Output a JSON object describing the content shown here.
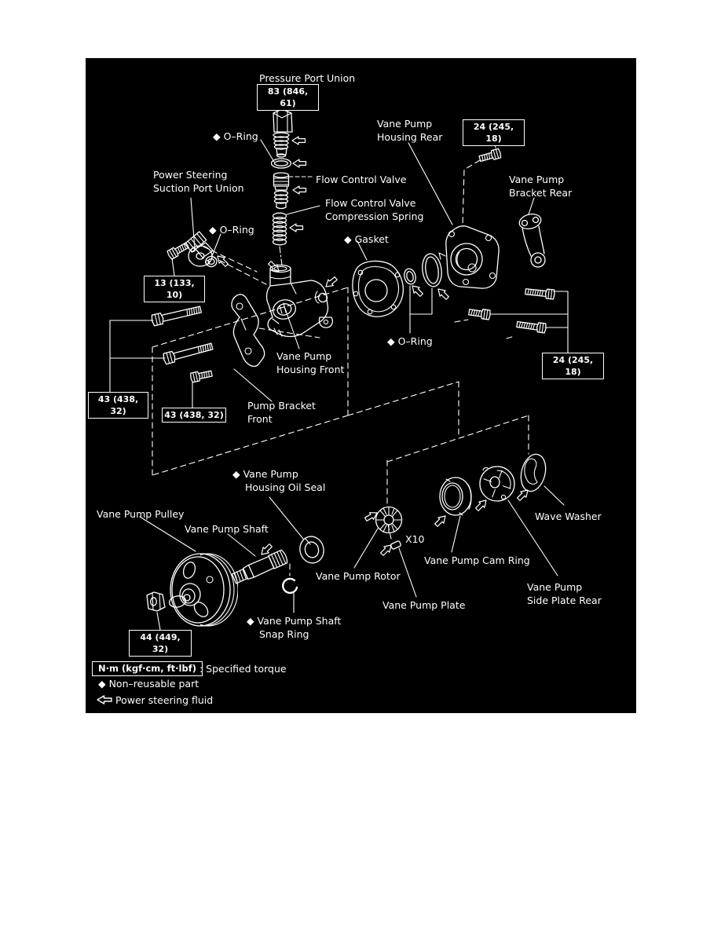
{
  "colors": {
    "page_bg": "#ffffff",
    "diagram_bg": "#000000",
    "ink": "#ffffff"
  },
  "labels": {
    "pressure_port_union": "Pressure Port Union",
    "o_ring_top": "◆ O–Ring",
    "suction_port_union": "Power Steering\nSuction Port Union",
    "flow_control_valve": "Flow Control Valve",
    "fcv_spring": "Flow Control Valve\nCompression Spring",
    "o_ring_left": "◆ O–Ring",
    "gasket": "◆ Gasket",
    "housing_rear": "Vane Pump\nHousing Rear",
    "bracket_rear": "Vane Pump\nBracket Rear",
    "o_ring_mid": "◆ O–Ring",
    "housing_front": "Vane Pump\nHousing Front",
    "pump_bracket_front": "Pump Bracket\nFront",
    "oil_seal": "◆ Vane Pump\nHousing Oil Seal",
    "pulley": "Vane Pump Pulley",
    "shaft": "Vane Pump Shaft",
    "rotor": "Vane Pump Rotor",
    "x10": "X10",
    "cam_ring": "Vane Pump Cam Ring",
    "plate": "Vane Pump Plate",
    "side_plate": "Vane Pump\nSide Plate Rear",
    "wave_washer": "Wave Washer",
    "snap_ring": "◆ Vane Pump Shaft\nSnap Ring"
  },
  "torque": {
    "t83": "83 (846, 61)",
    "t24_top": "24 (245, 18)",
    "t13": "13 (133, 10)",
    "t43_left": "43 (438, 32)",
    "t43_mid": "43 (438, 32)",
    "t24_right": "24 (245, 18)",
    "t44": "44 (449, 32)"
  },
  "legend": {
    "torque_spec": "N·m (kgf·cm, ft·lbf)",
    "torque_desc": ": Specified torque",
    "non_reusable": "◆ Non–reusable part",
    "fluid": "Power steering fluid"
  }
}
